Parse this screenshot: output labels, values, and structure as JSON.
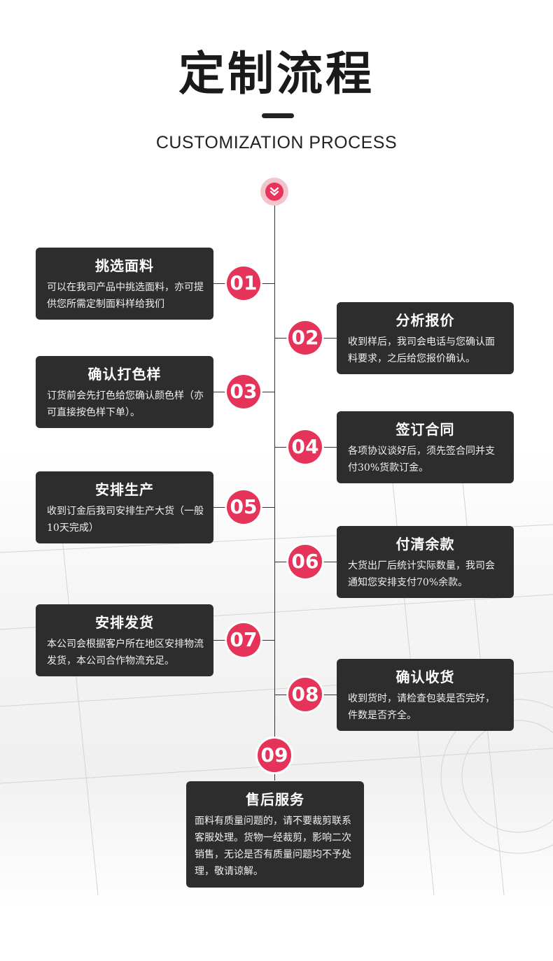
{
  "header": {
    "title": "定制流程",
    "subtitle": "CUSTOMIZATION PROCESS"
  },
  "colors": {
    "accent": "#e6335a",
    "card_bg": "#2d2d2d",
    "line": "#333333"
  },
  "icons": {
    "top": "double-chevron-down-icon"
  },
  "steps": [
    {
      "num": "01",
      "title": "挑选面料",
      "desc": "可以在我司产品中挑选面料，亦可提供您所需定制面料样给我们"
    },
    {
      "num": "02",
      "title": "分析报价",
      "desc": "收到样后，我司会电话与您确认面料要求，之后给您报价确认。"
    },
    {
      "num": "03",
      "title": "确认打色样",
      "desc": "订货前会先打色给您确认颜色样（亦可直接按色样下单）。"
    },
    {
      "num": "04",
      "title": "签订合同",
      "desc": "各项协议谈好后，须先签合同并支付30%货款订金。"
    },
    {
      "num": "05",
      "title": "安排生产",
      "desc": "收到订金后我司安排生产大货（一般10天完成）"
    },
    {
      "num": "06",
      "title": "付清余款",
      "desc": "大货出厂后统计实际数量，我司会通知您安排支付70%余款。"
    },
    {
      "num": "07",
      "title": "安排发货",
      "desc": "本公司会根据客户所在地区安排物流发货，本公司合作物流充足。"
    },
    {
      "num": "08",
      "title": "确认收货",
      "desc": "收到货时，请检查包装是否完好，件数是否齐全。"
    },
    {
      "num": "09",
      "title": "售后服务",
      "desc": "面料有质量问题的，请不要裁剪联系客服处理。货物一经裁剪，影响二次销售，无论是否有质量问题均不予处理，敬请谅解。"
    }
  ]
}
